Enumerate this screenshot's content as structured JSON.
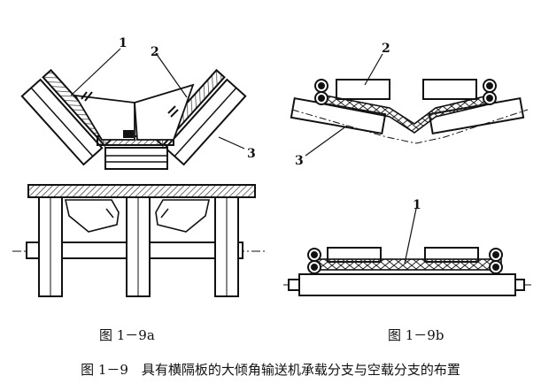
{
  "figure_a": {
    "caption": "图 1－9a",
    "label_1": "1",
    "label_2": "2",
    "label_3": "3"
  },
  "figure_b": {
    "caption": "图 1－9b",
    "label_1": "1",
    "label_2": "2",
    "label_3": "3"
  },
  "caption_main": "图 1－9　具有横隔板的大倾角输送机承载分支与空载分支的布置",
  "colors": {
    "ink": "#111111",
    "hatch": "#444444",
    "paper": "#ffffff"
  }
}
